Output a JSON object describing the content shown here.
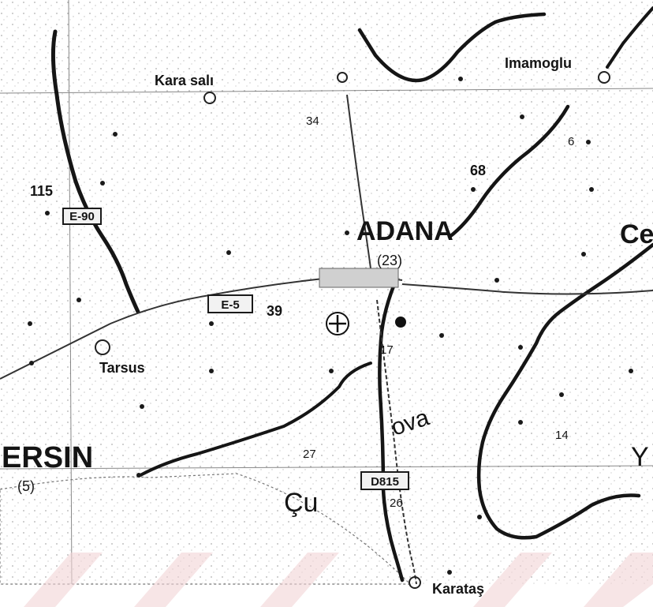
{
  "map": {
    "cities": {
      "adana": "ADANA",
      "mersin": "ERSIN",
      "tarsus": "Tarsus",
      "imamoglu": "Imamoglu",
      "karaisali": "Kara salı",
      "karatas": "Karataş",
      "ceyhan_partial": "Ce"
    },
    "numbers": {
      "adana_code": "(23)",
      "mersin_code": "(5)",
      "road_115": "115",
      "road_68": "68",
      "road_39": "39",
      "road_34": "34",
      "road_27": "27",
      "road_26": "26",
      "road_17": "17",
      "road_14": "14",
      "road_6": "6"
    },
    "road_signs": {
      "e5": "E-5",
      "e90": "E-90",
      "d815": "D815"
    },
    "region": {
      "name_left": "Çu",
      "name_right": "ova"
    },
    "edge_partial": "Y"
  }
}
